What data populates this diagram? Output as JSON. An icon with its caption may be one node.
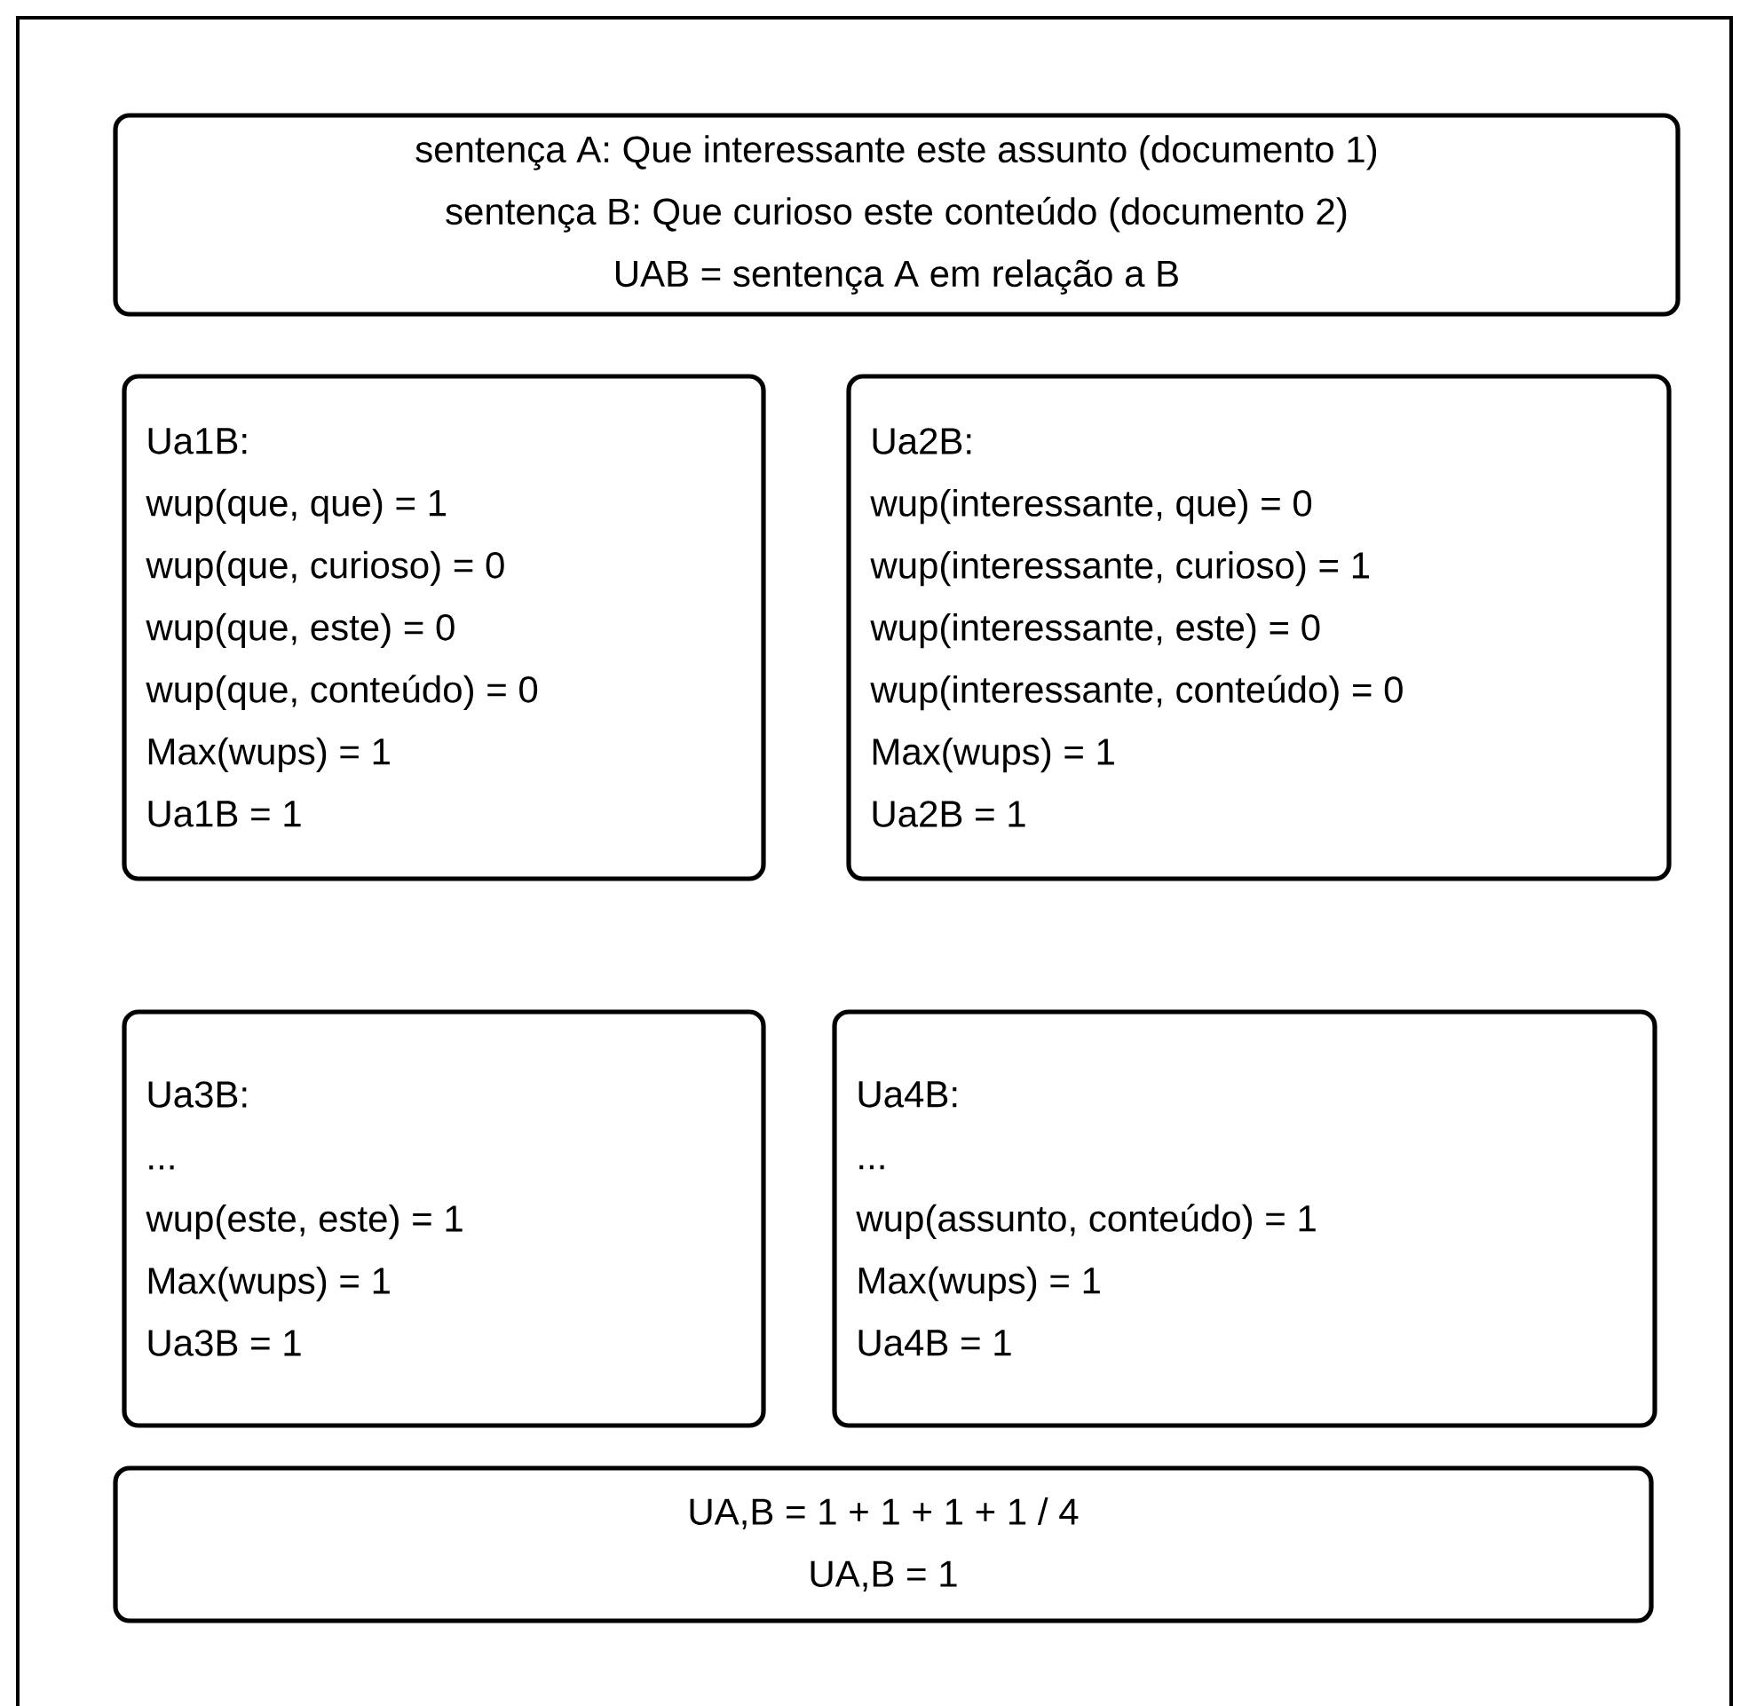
{
  "diagram": {
    "nodes": [
      {
        "text": [
          "sentença A: Que interessante este assunto (documento 1)",
          "sentença B: Que curioso este conteúdo (documento 2)",
          "UAB = sentença A em relação a B"
        ]
      },
      {
        "text": [
          "Ua1B:",
          "wup(que, que) = 1",
          "wup(que, curioso) = 0",
          "wup(que, este) = 0",
          "wup(que, conteúdo) = 0",
          "Max(wups) = 1",
          "Ua1B = 1"
        ]
      },
      {
        "text": [
          "Ua2B:",
          "wup(interessante, que) = 0",
          "wup(interessante, curioso) = 1",
          "wup(interessante, este) = 0",
          "wup(interessante, conteúdo) = 0",
          "Max(wups) = 1",
          "Ua2B = 1"
        ]
      },
      {
        "text": [
          "Ua3B:",
          "...",
          "wup(este, este) = 1",
          "Max(wups) = 1",
          "Ua3B = 1"
        ]
      },
      {
        "text": [
          "Ua4B:",
          "...",
          "wup(assunto, conteúdo) = 1",
          "Max(wups) = 1",
          "Ua4B = 1"
        ]
      },
      {
        "text": [
          "UA,B = 1 + 1 + 1 + 1 /  4",
          "UA,B = 1"
        ]
      }
    ]
  }
}
